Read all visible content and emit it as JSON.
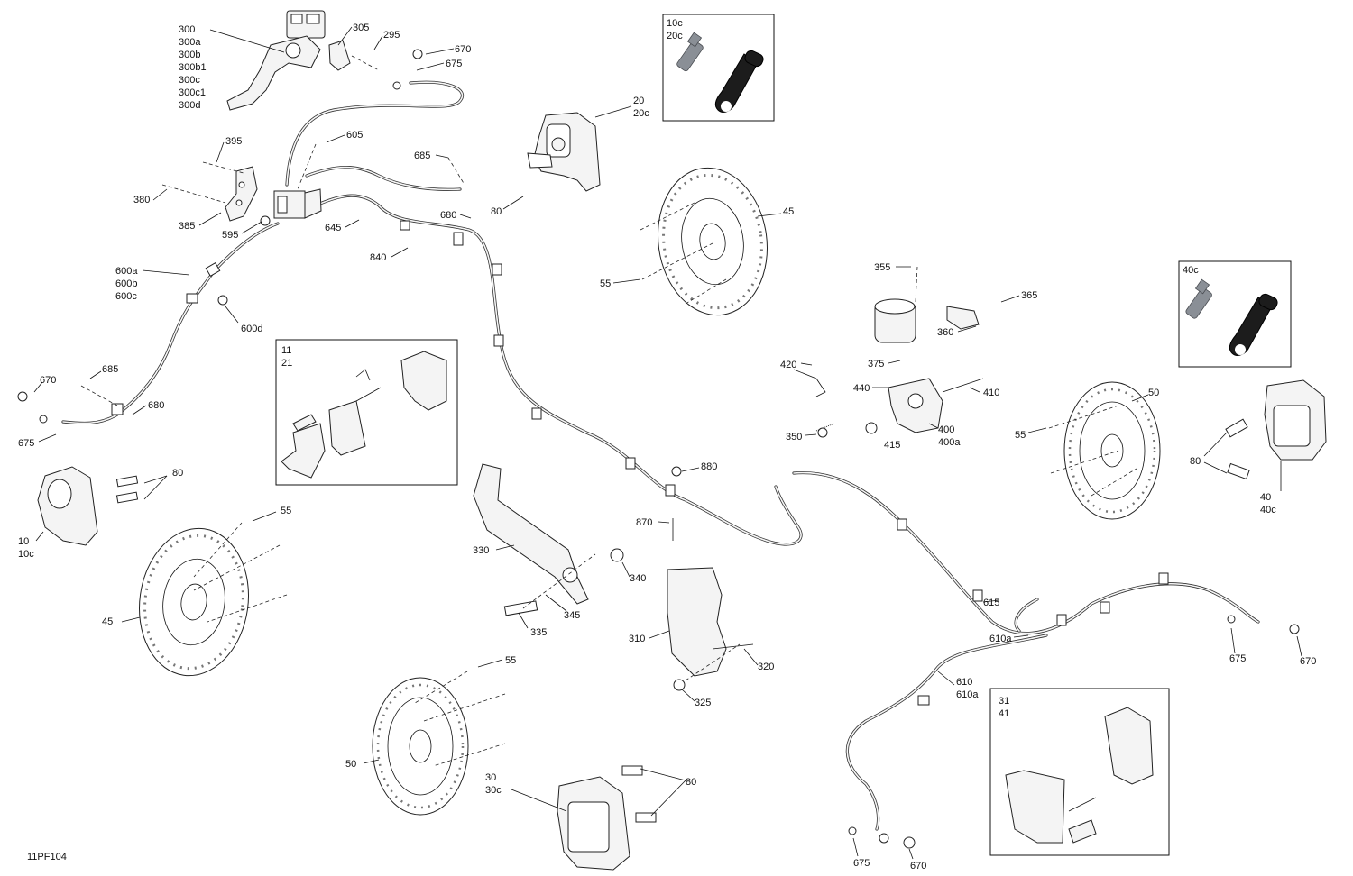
{
  "diagram_id": "11PF104",
  "callouts": [
    {
      "id": "c300",
      "lines": [
        "300",
        "300a",
        "300b",
        "300b1",
        "300c",
        "300c1",
        "300d"
      ]
    },
    {
      "id": "c305",
      "lines": [
        "305"
      ]
    },
    {
      "id": "c295",
      "lines": [
        "295"
      ]
    },
    {
      "id": "c670a",
      "lines": [
        "670"
      ]
    },
    {
      "id": "c675a",
      "lines": [
        "675"
      ]
    },
    {
      "id": "c395",
      "lines": [
        "395"
      ]
    },
    {
      "id": "c605",
      "lines": [
        "605"
      ]
    },
    {
      "id": "c380",
      "lines": [
        "380"
      ]
    },
    {
      "id": "c385",
      "lines": [
        "385"
      ]
    },
    {
      "id": "c595",
      "lines": [
        "595"
      ]
    },
    {
      "id": "c645",
      "lines": [
        "645"
      ]
    },
    {
      "id": "c685a",
      "lines": [
        "685"
      ]
    },
    {
      "id": "c680a",
      "lines": [
        "680"
      ]
    },
    {
      "id": "c840",
      "lines": [
        "840"
      ]
    },
    {
      "id": "c20",
      "lines": [
        "20",
        "20c"
      ]
    },
    {
      "id": "c80a",
      "lines": [
        "80"
      ]
    },
    {
      "id": "c45a",
      "lines": [
        "45"
      ]
    },
    {
      "id": "c55a",
      "lines": [
        "55"
      ]
    },
    {
      "id": "c600",
      "lines": [
        "600a",
        "600b",
        "600c"
      ]
    },
    {
      "id": "c600d",
      "lines": [
        "600d"
      ]
    },
    {
      "id": "c670b",
      "lines": [
        "670"
      ]
    },
    {
      "id": "c685b",
      "lines": [
        "685"
      ]
    },
    {
      "id": "c680b",
      "lines": [
        "680"
      ]
    },
    {
      "id": "c675b",
      "lines": [
        "675"
      ]
    },
    {
      "id": "c355",
      "lines": [
        "355"
      ]
    },
    {
      "id": "c365",
      "lines": [
        "365"
      ]
    },
    {
      "id": "c360",
      "lines": [
        "360"
      ]
    },
    {
      "id": "c420",
      "lines": [
        "420"
      ]
    },
    {
      "id": "c375",
      "lines": [
        "375"
      ]
    },
    {
      "id": "c440",
      "lines": [
        "440"
      ]
    },
    {
      "id": "c410",
      "lines": [
        "410"
      ]
    },
    {
      "id": "c350",
      "lines": [
        "350"
      ]
    },
    {
      "id": "c415",
      "lines": [
        "415"
      ]
    },
    {
      "id": "c400",
      "lines": [
        "400",
        "400a"
      ]
    },
    {
      "id": "c50a",
      "lines": [
        "50"
      ]
    },
    {
      "id": "c55b",
      "lines": [
        "55"
      ]
    },
    {
      "id": "c80b",
      "lines": [
        "80"
      ]
    },
    {
      "id": "c40",
      "lines": [
        "40",
        "40c"
      ]
    },
    {
      "id": "c80c",
      "lines": [
        "80"
      ]
    },
    {
      "id": "c10",
      "lines": [
        "10",
        "10c"
      ]
    },
    {
      "id": "c55c",
      "lines": [
        "55"
      ]
    },
    {
      "id": "c45b",
      "lines": [
        "45"
      ]
    },
    {
      "id": "c880",
      "lines": [
        "880"
      ]
    },
    {
      "id": "c870",
      "lines": [
        "870"
      ]
    },
    {
      "id": "c330",
      "lines": [
        "330"
      ]
    },
    {
      "id": "c340",
      "lines": [
        "340"
      ]
    },
    {
      "id": "c345",
      "lines": [
        "345"
      ]
    },
    {
      "id": "c335",
      "lines": [
        "335"
      ]
    },
    {
      "id": "c310",
      "lines": [
        "310"
      ]
    },
    {
      "id": "c320",
      "lines": [
        "320"
      ]
    },
    {
      "id": "c325",
      "lines": [
        "325"
      ]
    },
    {
      "id": "c615",
      "lines": [
        "615"
      ]
    },
    {
      "id": "c610a",
      "lines": [
        "610a"
      ]
    },
    {
      "id": "c610",
      "lines": [
        "610",
        "610a"
      ]
    },
    {
      "id": "c675c",
      "lines": [
        "675"
      ]
    },
    {
      "id": "c670c",
      "lines": [
        "670"
      ]
    },
    {
      "id": "c55d",
      "lines": [
        "55"
      ]
    },
    {
      "id": "c50b",
      "lines": [
        "50"
      ]
    },
    {
      "id": "c30",
      "lines": [
        "30",
        "30c"
      ]
    },
    {
      "id": "c80d",
      "lines": [
        "80"
      ]
    },
    {
      "id": "c675d",
      "lines": [
        "675"
      ]
    },
    {
      "id": "c670d",
      "lines": [
        "670"
      ]
    }
  ],
  "insets": [
    {
      "id": "inset-bleeder-front",
      "lines": [
        "10c",
        "20c"
      ]
    },
    {
      "id": "inset-bleeder-rear",
      "lines": [
        "40c"
      ]
    },
    {
      "id": "inset-pads-front",
      "lines": [
        "11",
        "21"
      ]
    },
    {
      "id": "inset-pads-rear",
      "lines": [
        "31",
        "41"
      ]
    }
  ]
}
